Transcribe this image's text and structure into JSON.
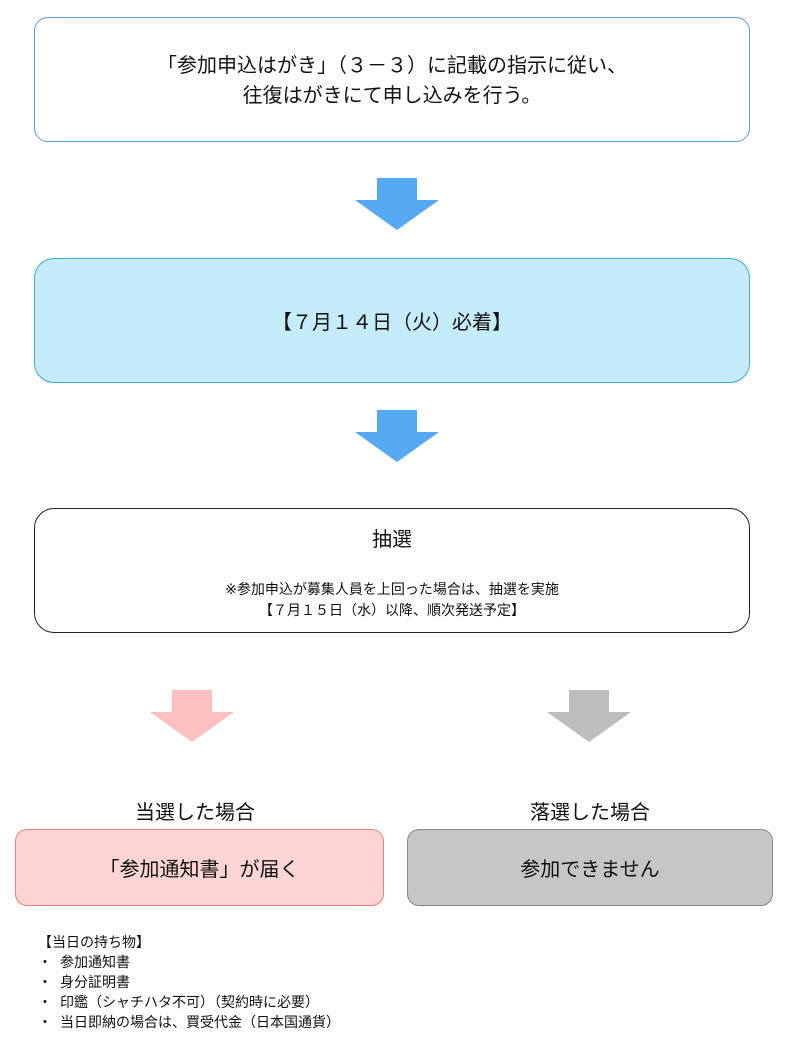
{
  "flow": {
    "step1_line1": "「参加申込はがき」（３－３）に記載の指示に従い、",
    "step1_line2": "往復はがきにて申し込みを行う。",
    "step2": "【７月１４日（火）必着】",
    "step3_title": "抽選",
    "step3_note1": "※参加申込が募集人員を上回った場合は、抽選を実施",
    "step3_note2": "【７月１５日（水）以降、順次発送予定】"
  },
  "branches": {
    "win_label": "当選した場合",
    "win_result": "「参加通知書」が届く",
    "lose_label": "落選した場合",
    "lose_result": "参加できません"
  },
  "items": {
    "heading": "【当日の持ち物】",
    "bullet": "・",
    "list": [
      "参加通知書",
      "身分証明書",
      "印鑑（シャチハタ不可）（契約時に必要）",
      "当日即納の場合は、買受代金（日本国通貨）"
    ]
  },
  "colors": {
    "arrow_blue": "#56a9f1",
    "arrow_pink": "#ffc0c0",
    "arrow_gray": "#bdbdbd",
    "win_fill": "#fcd4d4",
    "lose_fill": "#c6c6c6",
    "highlight_fill": "#c5ecfb"
  }
}
